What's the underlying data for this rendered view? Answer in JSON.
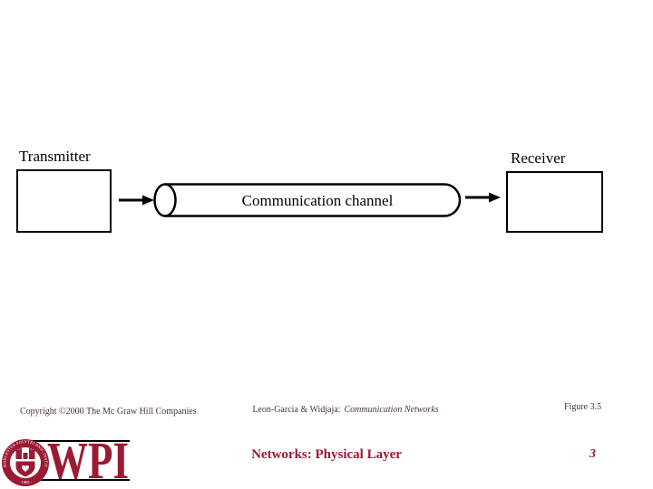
{
  "colors": {
    "maroon": "#9A1B33",
    "footer_text": "#4b3339",
    "diagram_stroke": "#000000"
  },
  "diagram": {
    "transmitter_label": "Transmitter",
    "receiver_label": "Receiver",
    "channel_label": "Communication channel"
  },
  "footer": {
    "copyright": "Copyright ©2000 The Mc Graw Hill Companies",
    "attribution_normal": "Leon-Garcia & Widjaja:",
    "attribution_italic": "Communication Networks",
    "figure_label": "Figure 3.5"
  },
  "bottom_bar": {
    "logo_text": "WPI",
    "seal_ring_text": "WORCESTER POLYTECHNIC INSTITUTE",
    "seal_year": "· 1865 ·",
    "course_title": "Networks: Physical Layer",
    "page_number": "3"
  }
}
